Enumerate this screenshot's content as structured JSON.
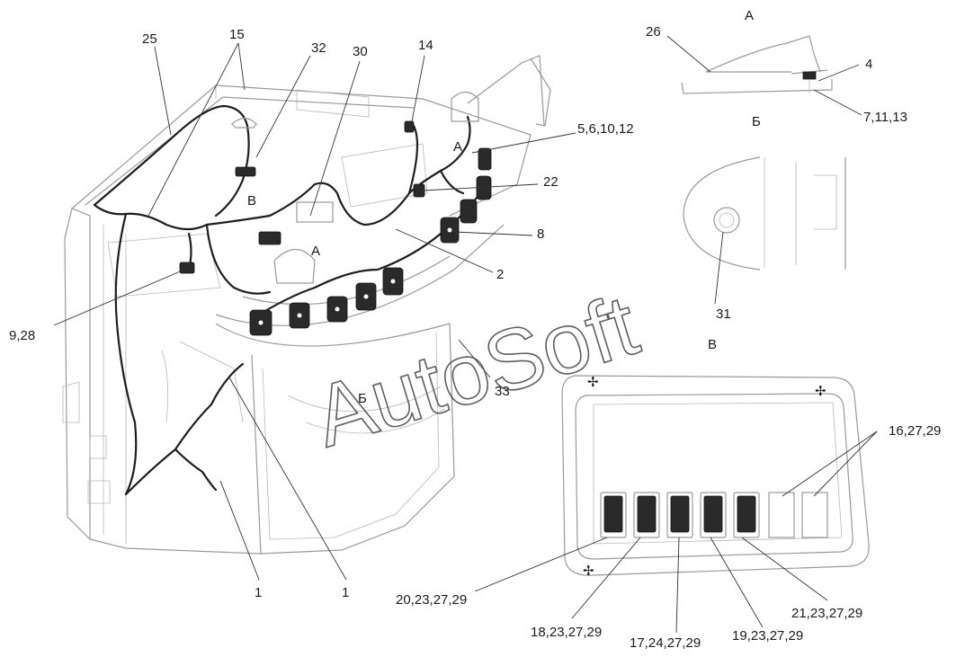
{
  "watermark": "AutoSoft",
  "view_letters": {
    "a_top": "А",
    "b_top": "Б",
    "v_top": "В",
    "a_cab1": "А",
    "a_cab2": "А",
    "v_cab": "В",
    "b_cab": "Б"
  },
  "callouts": {
    "c25": "25",
    "c15": "15",
    "c32": "32",
    "c30": "30",
    "c14": "14",
    "c5": "5,6,10,12",
    "c22": "22",
    "c8": "8",
    "c2": "2",
    "c33": "33",
    "c928": "9,28",
    "c1a": "1",
    "c1b": "1",
    "c26": "26",
    "c4": "4",
    "c7": "7,11,13",
    "c31": "31",
    "c16": "16,27,29",
    "c20": "20,23,27,29",
    "c18": "18,23,27,29",
    "c17": "17,24,27,29",
    "c19": "19,23,27,29",
    "c21": "21,23,27,29"
  }
}
